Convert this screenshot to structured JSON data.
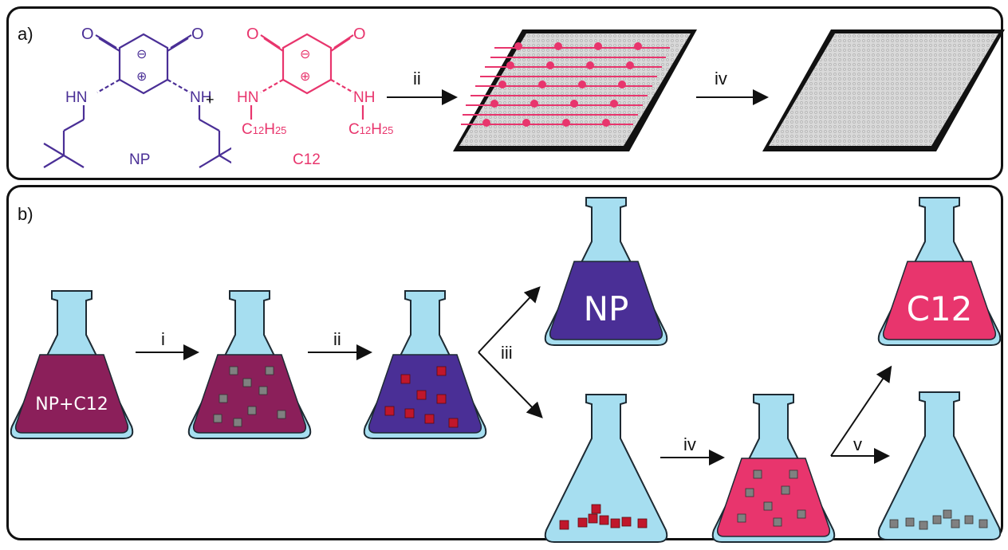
{
  "panel_a": {
    "label": "a)",
    "np": {
      "o_left": "O",
      "o_right": "O",
      "minus": "⊖",
      "plus": "⊕",
      "hn": "HN",
      "nh": "NH",
      "name": "NP"
    },
    "plus_sign": "+",
    "c12": {
      "o_left": "O",
      "o_right": "O",
      "minus": "⊖",
      "plus": "⊕",
      "hn": "HN",
      "nh": "NH",
      "chain_left_c": "C",
      "chain_left_sub1": "12",
      "chain_left_h": "H",
      "chain_left_sub2": "25",
      "chain_right_c": "C",
      "chain_right_sub1": "12",
      "chain_right_h": "H",
      "chain_right_sub2": "25",
      "name": "C12"
    },
    "step_ii": "ii",
    "step_iv": "iv"
  },
  "panel_b": {
    "label": "b)",
    "flask1_text": "NP+C12",
    "step_i": "i",
    "step_ii": "ii",
    "step_iii": "iii",
    "flask_np_text": "NP",
    "step_iv": "iv",
    "step_v": "v",
    "flask_c12_text": "C12"
  },
  "colors": {
    "navy": "#4a2f96",
    "pink": "#e8356d",
    "maroon": "#8b1f5a",
    "glass": "#a6def0",
    "cube_red": "#c0172b",
    "cube_gray": "#808080"
  }
}
